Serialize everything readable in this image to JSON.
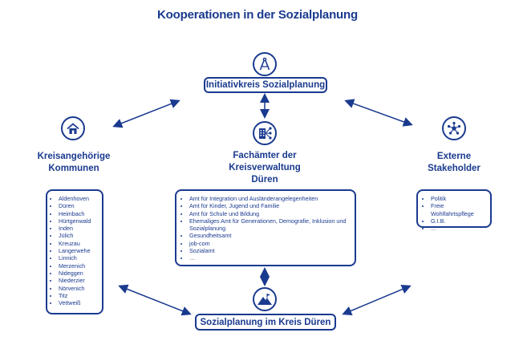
{
  "title": "Kooperationen in der Sozialplanung",
  "initiativkreis": {
    "label": "Initiativkreis Sozialplanung",
    "icon": "compass-icon"
  },
  "sozialplanung": {
    "label": "Sozialplanung im Kreis Düren",
    "icon": "mountain-flag-icon"
  },
  "kommunen": {
    "heading_line1": "Kreisangehörige",
    "heading_line2": "Kommunen",
    "icon": "house-icon",
    "items": [
      "Aldenhoven",
      "Düren",
      "Heimbach",
      "Hürtgenwald",
      "Inden",
      "Jülich",
      "Kreuzau",
      "Langerwehe",
      "Linnich",
      "Merzenich",
      "Nideggen",
      "Niederzier",
      "Nörvenich",
      "Titz",
      "Vettweiß"
    ]
  },
  "fachaemter": {
    "heading_line1": "Fachämter der",
    "heading_line2": "Kreisverwaltung",
    "heading_line3": "Düren",
    "icon": "office-network-icon",
    "items": [
      "Amt für Integration und Ausländerangelegenheiten",
      "Amt für Kinder, Jugend und Familie",
      "Amt für Schule und Bildung",
      "Ehemaliges Amt für Generationen, Demografie, Inklusion und Sozialplanung",
      "Gesundheitsamt",
      "job-com",
      "Sozialamt",
      "…"
    ]
  },
  "extern": {
    "heading_line1": "Externe",
    "heading_line2": "Stakeholder",
    "icon": "network-icon",
    "items": [
      "Politik",
      "Freie Wohlfahrtspflege",
      "G.I.B.",
      "…"
    ]
  },
  "colors": {
    "primary": "#1a3a8f"
  }
}
